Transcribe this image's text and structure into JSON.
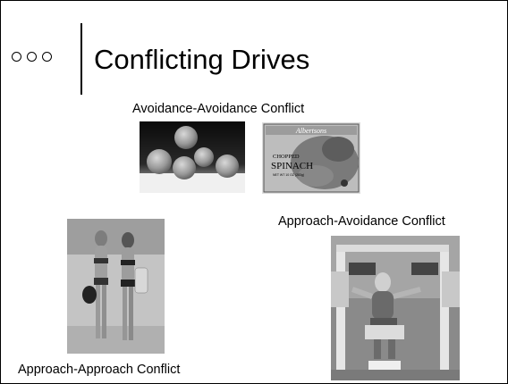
{
  "slide": {
    "title": "Conflicting Drives",
    "labels": {
      "avoid_avoid": "Avoidance-Avoidance Conflict",
      "approach_avoid": "Approach-Avoidance Conflict",
      "approach_approach": "Approach-Approach Conflict"
    },
    "images": {
      "sprouts": "brussels-sprouts-photo",
      "spinach": "spinach-box-photo",
      "beach": "beach-women-photo",
      "gym": "gym-woman-photo"
    },
    "spinach_box": {
      "brand": "Albertsons",
      "line1": "CHOPPED",
      "line2": "SPINACH",
      "line3": "NET WT 10 OZ (283g)"
    }
  }
}
